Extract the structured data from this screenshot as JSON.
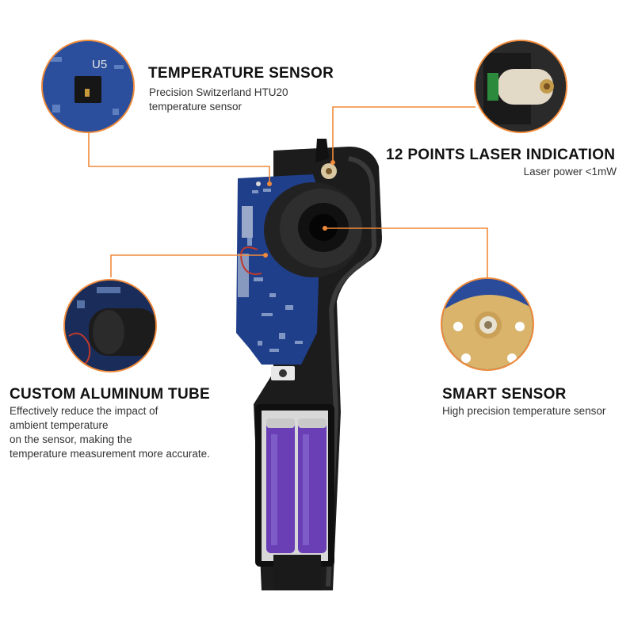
{
  "callouts": {
    "temperature_sensor": {
      "title": "TEMPERATURE  SENSOR",
      "lines": [
        "Precision Switzerland HTU20",
        "temperature sensor"
      ]
    },
    "laser": {
      "title": "12 POINTS LASER INDICATION",
      "lines": [
        "Laser power <1mW"
      ]
    },
    "aluminum_tube": {
      "title": "CUSTOM ALUMINUM TUBE",
      "lines": [
        "Effectively reduce the impact of",
        "ambient temperature",
        "on the sensor, making the",
        "temperature measurement more accurate."
      ]
    },
    "smart_sensor": {
      "title": "SMART SENSOR",
      "lines": [
        "High precision temperature sensor"
      ]
    }
  },
  "board_labels": {
    "chip_label": "U5"
  },
  "colors": {
    "accent": "#f08a3a",
    "pcb": "#1f3f8a",
    "housing": "#1c1c1c",
    "battery": "#6a3fb5"
  }
}
